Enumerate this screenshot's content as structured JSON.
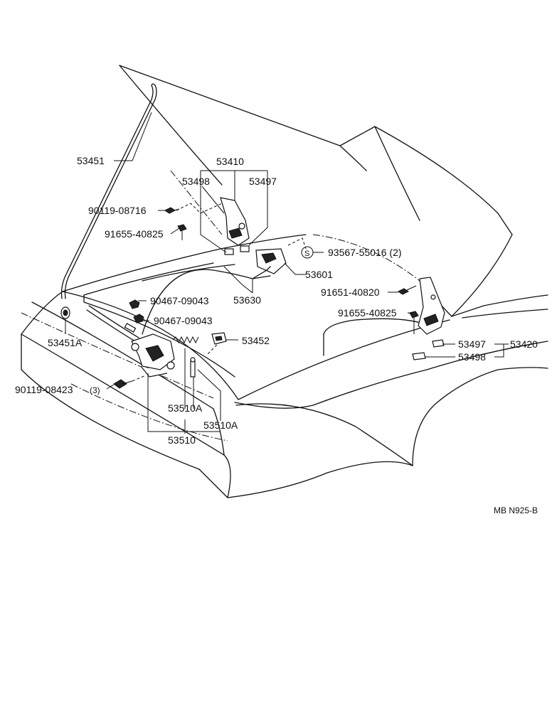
{
  "labels": {
    "p53451": "53451",
    "p53410": "53410",
    "p53498_top": "53498",
    "p53497_top": "53497",
    "p90119_08716": "90119-08716",
    "p91655_40825_top": "91655-40825",
    "s_mark": "S",
    "p93567": "93567-55016 (2)",
    "p53601": "53601",
    "p53630": "53630",
    "p91651_40820": "91651-40820",
    "p90467_a": "90467-09043",
    "p90467_b": "90467-09043",
    "p91655_40825_right": "91655-40825",
    "p53451A": "53451A",
    "p53452": "53452",
    "p53497_right": "53497",
    "p53420": "53420",
    "p53498_right": "53498",
    "p90119_08423": "90119-08423",
    "p90119_08423_qty": "(3)",
    "p53510A_a": "53510A",
    "p53510A_b": "53510A",
    "p53510": "53510",
    "diagram_code": "MB N925-B"
  }
}
